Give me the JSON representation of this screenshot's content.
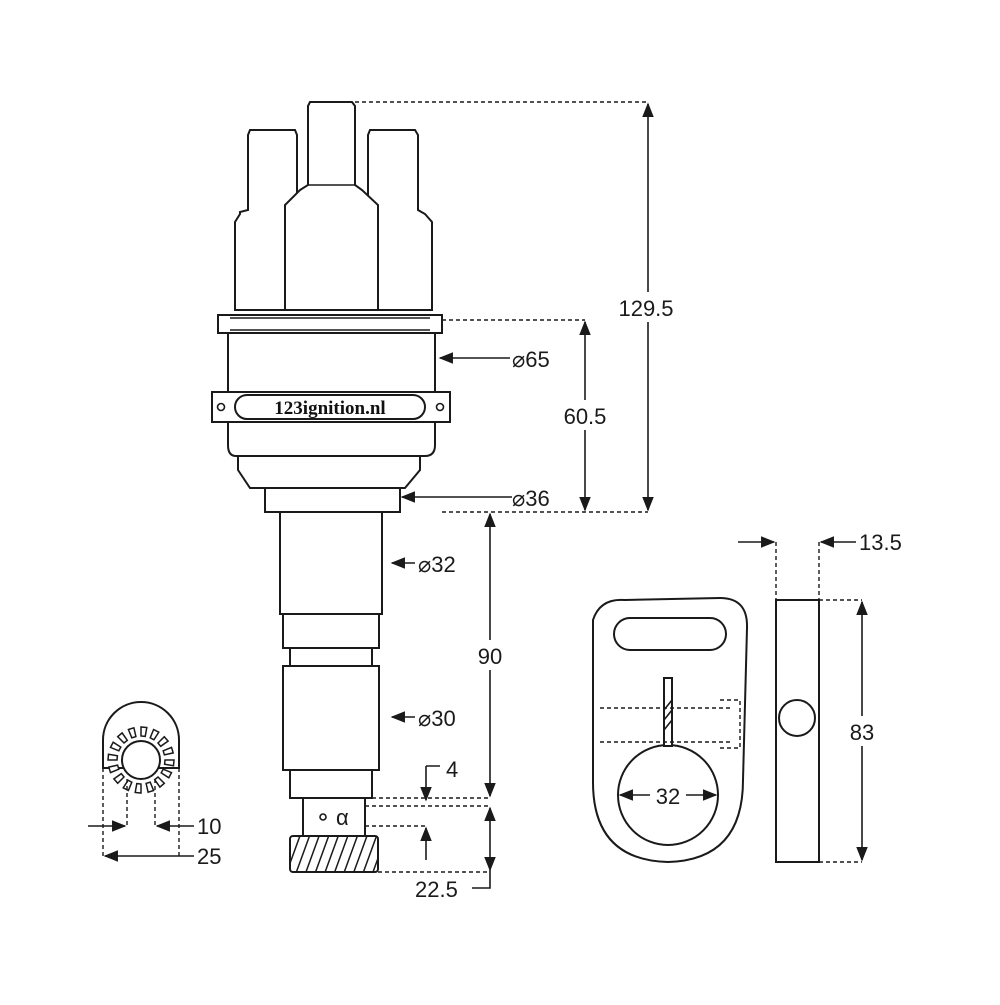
{
  "logo": {
    "text": "123ignition.nl"
  },
  "dimensions": {
    "total_height": "129.5",
    "body_height": "60.5",
    "body_diameter": "⌀65",
    "base_diameter": "⌀36",
    "shaft_upper_diameter": "⌀32",
    "shaft_lower_diameter": "⌀30",
    "shaft_length": "90",
    "offset": "4",
    "gear_length": "22.5",
    "angle": "α",
    "gear_inner": "10",
    "gear_outer": "25",
    "clamp_thickness": "13.5",
    "clamp_height": "83",
    "clamp_bore": "32"
  }
}
